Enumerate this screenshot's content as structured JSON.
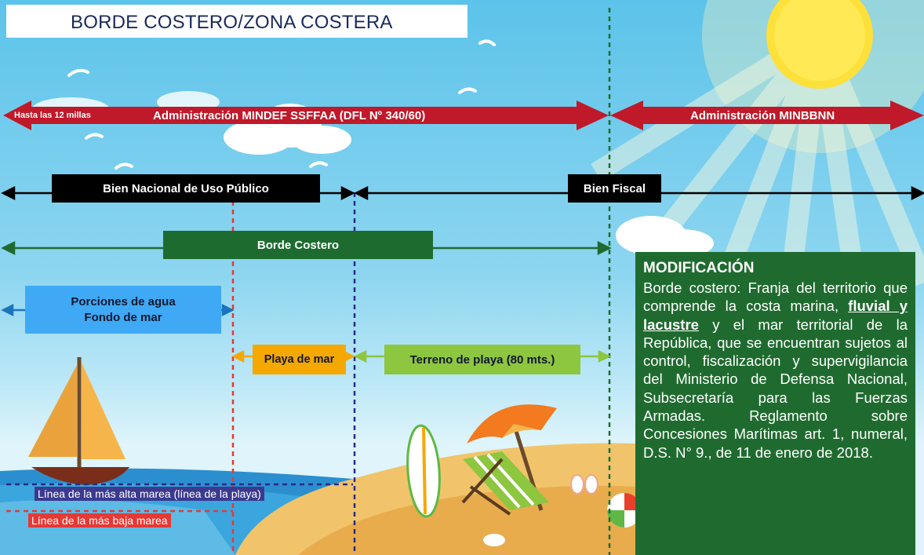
{
  "title": "BORDE COSTERO/ZONA COSTERA",
  "admin_arrow": {
    "left_small": "Hasta las 12 millas",
    "left_main": "Administración MINDEF SSFFAA (DFL Nº 340/60)",
    "right_main": "Administración MINBBNN"
  },
  "bien_nacional": "Bien Nacional de Uso Público",
  "bien_fiscal": "Bien Fiscal",
  "borde_costero": "Borde Costero",
  "porciones": {
    "line1": "Porciones de agua",
    "line2": "Fondo de mar"
  },
  "playa_de_mar": "Playa de mar",
  "terreno_de_playa": "Terreno de playa (80 mts.)",
  "linea_alta": "Línea de la más alta marea (línea de la playa)",
  "linea_baja": "Línea de la más baja marea",
  "modificacion": {
    "heading": "MODIFICACIÓN",
    "text_before": "Borde costero: Franja del territorio que comprende la costa marina, ",
    "underlined": "fluvial y lacustre",
    "text_after": " y el mar territorial de la República, que se encuentran sujetos al control, fiscalización y supervigilancia del Ministerio de Defensa Nacional, Subsecretaría para las Fuerzas Armadas. Reglamento sobre Concesiones Marítimas art. 1, numeral, D.S. N° 9., de 11 de enero de 2018."
  },
  "colors": {
    "admin_red": "#c0192a",
    "black_label": "#000000",
    "borde_green": "#1e6b2f",
    "porciones_blue": "#3fa9f5",
    "playa_orange": "#f5a800",
    "terreno_green": "#8dc63f",
    "mod_green": "#1f6b2f"
  }
}
